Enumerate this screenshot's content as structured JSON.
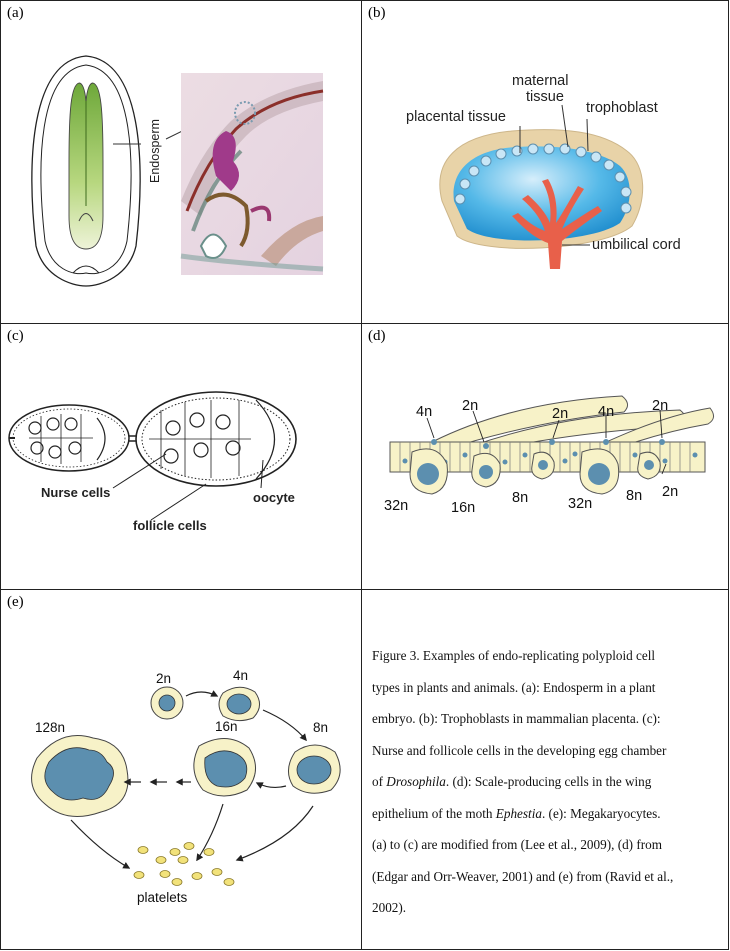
{
  "panels": {
    "a": {
      "label": "(a)",
      "endosperm_label": "Endosperm"
    },
    "b": {
      "label": "(b)",
      "maternal_line1": "maternal",
      "maternal_line2": "tissue",
      "trophoblast": "trophoblast",
      "placental_tissue": "placental tissue",
      "umbilical_cord": "umbilical cord"
    },
    "c": {
      "label": "(c)",
      "nurse_cells": "Nurse cells",
      "oocyte": "oocyte",
      "follicle_cells": "follicle cells"
    },
    "d": {
      "label": "(d)",
      "ploidy_labels": [
        "4n",
        "2n",
        "2n",
        "4n",
        "2n",
        "32n",
        "16n",
        "8n",
        "32n",
        "8n",
        "2n"
      ]
    },
    "e": {
      "label": "(e)",
      "ploidy_labels": [
        "2n",
        "4n",
        "128n",
        "16n",
        "8n"
      ],
      "platelets": "platelets"
    }
  },
  "caption": {
    "lines": [
      "Figure 3. Examples of endo-replicating polyploid cell",
      "types in plants and animals. (a): Endosperm in a plant",
      "embryo. (b): Trophoblasts in mammalian placenta. (c):",
      "Nurse and follicole cells in the developing egg chamber",
      "of ",
      "Drosophila",
      ". (d): Scale-producing cells in the wing",
      "epithelium of the moth ",
      "Ephestia",
      ". (e): Megakaryocytes.",
      "(a) to (c) are modified from (Lee et al., 2009), (d) from",
      "(Edgar and Orr-Weaver, 2001) and (e) from (Ravid et al.,",
      "2002)."
    ]
  },
  "colors": {
    "border": "#222222",
    "cell_fill": "#f7f2c8",
    "nucleus": "#5c8faf",
    "placenta_blue": "#2fa6df",
    "cord_red": "#e8604a",
    "maternal_tan": "#e8d3a8",
    "leaf_green": "#9cc05a",
    "stain_magenta": "#a03a8a"
  }
}
